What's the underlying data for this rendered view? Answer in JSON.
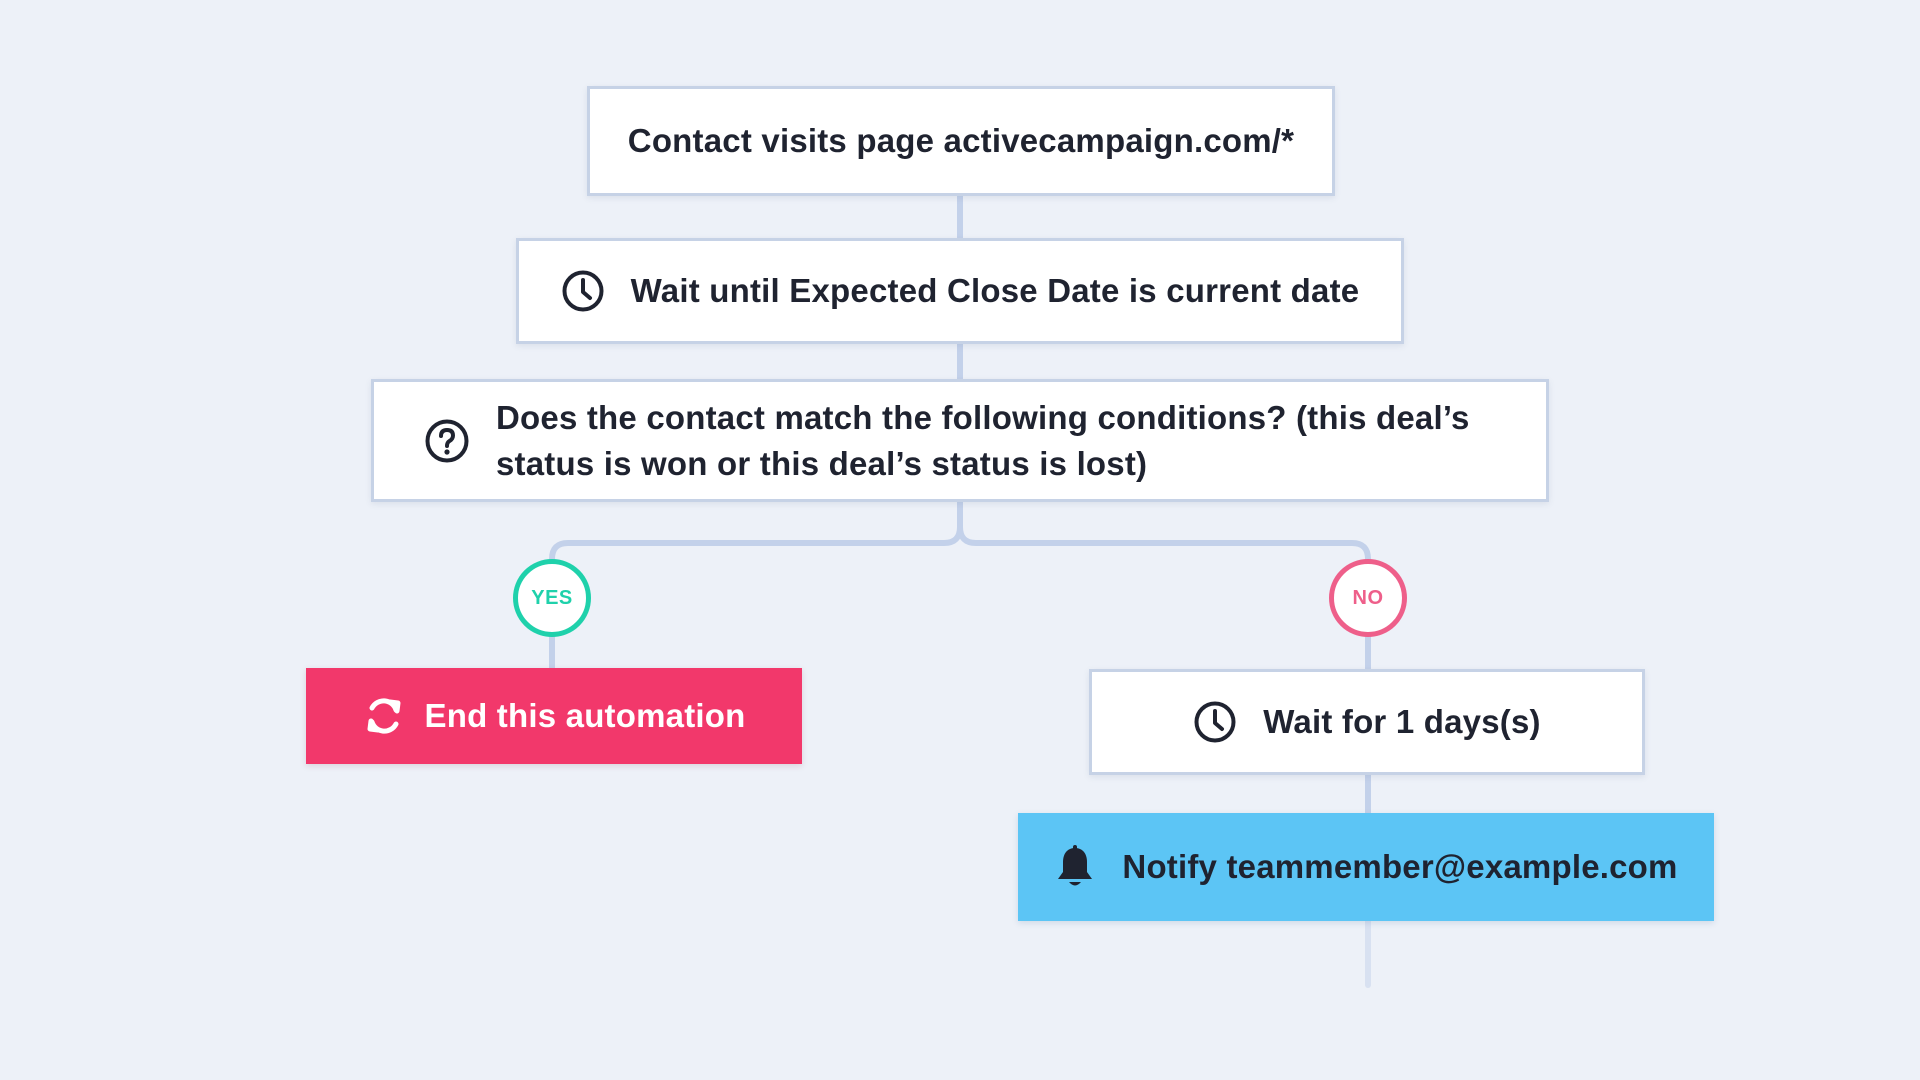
{
  "nodes": {
    "trigger": {
      "label": "Contact visits page activecampaign.com/*"
    },
    "wait_close": {
      "label": "Wait until Expected Close Date is current date",
      "icon": "clock-icon"
    },
    "condition": {
      "label": "Does the contact match the following conditions? (this deal’s status is won or this deal’s status is lost)",
      "icon": "question-circle-icon"
    },
    "end": {
      "label": "End this automation",
      "icon": "refresh-icon",
      "color": "#f2386b"
    },
    "wait_day": {
      "label": "Wait for 1 days(s)",
      "icon": "clock-icon"
    },
    "notify": {
      "label": "Notify teammember@example.com",
      "icon": "bell-icon",
      "color": "#5cc5f5"
    }
  },
  "branches": {
    "yes": {
      "label": "YES",
      "color": "#1fd1ab"
    },
    "no": {
      "label": "NO",
      "color": "#ee5f8a"
    }
  },
  "colors": {
    "background": "#edf1f8",
    "connector": "#c3d1ea"
  }
}
